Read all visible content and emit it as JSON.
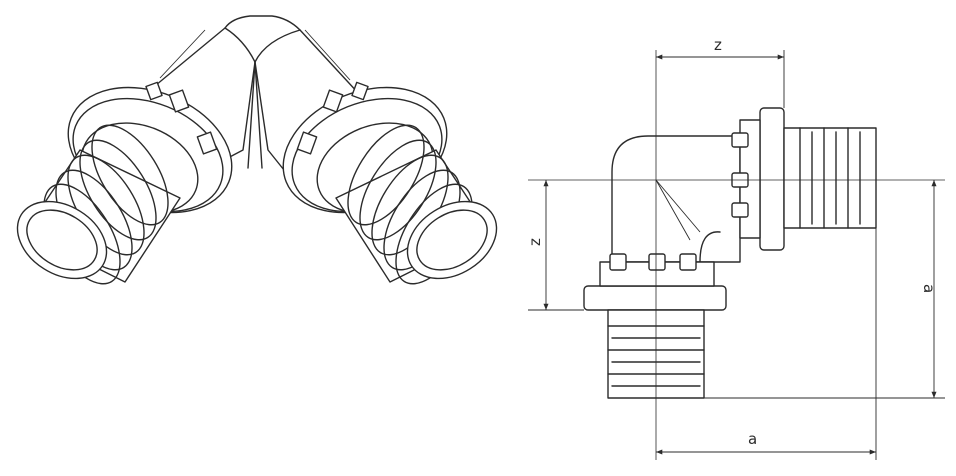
{
  "dimension_labels": {
    "top_z": "z",
    "left_z": "z",
    "right_a": "a",
    "bottom_a": "a"
  },
  "colors": {
    "stroke": "#2b2b2b",
    "background": "#ffffff"
  }
}
